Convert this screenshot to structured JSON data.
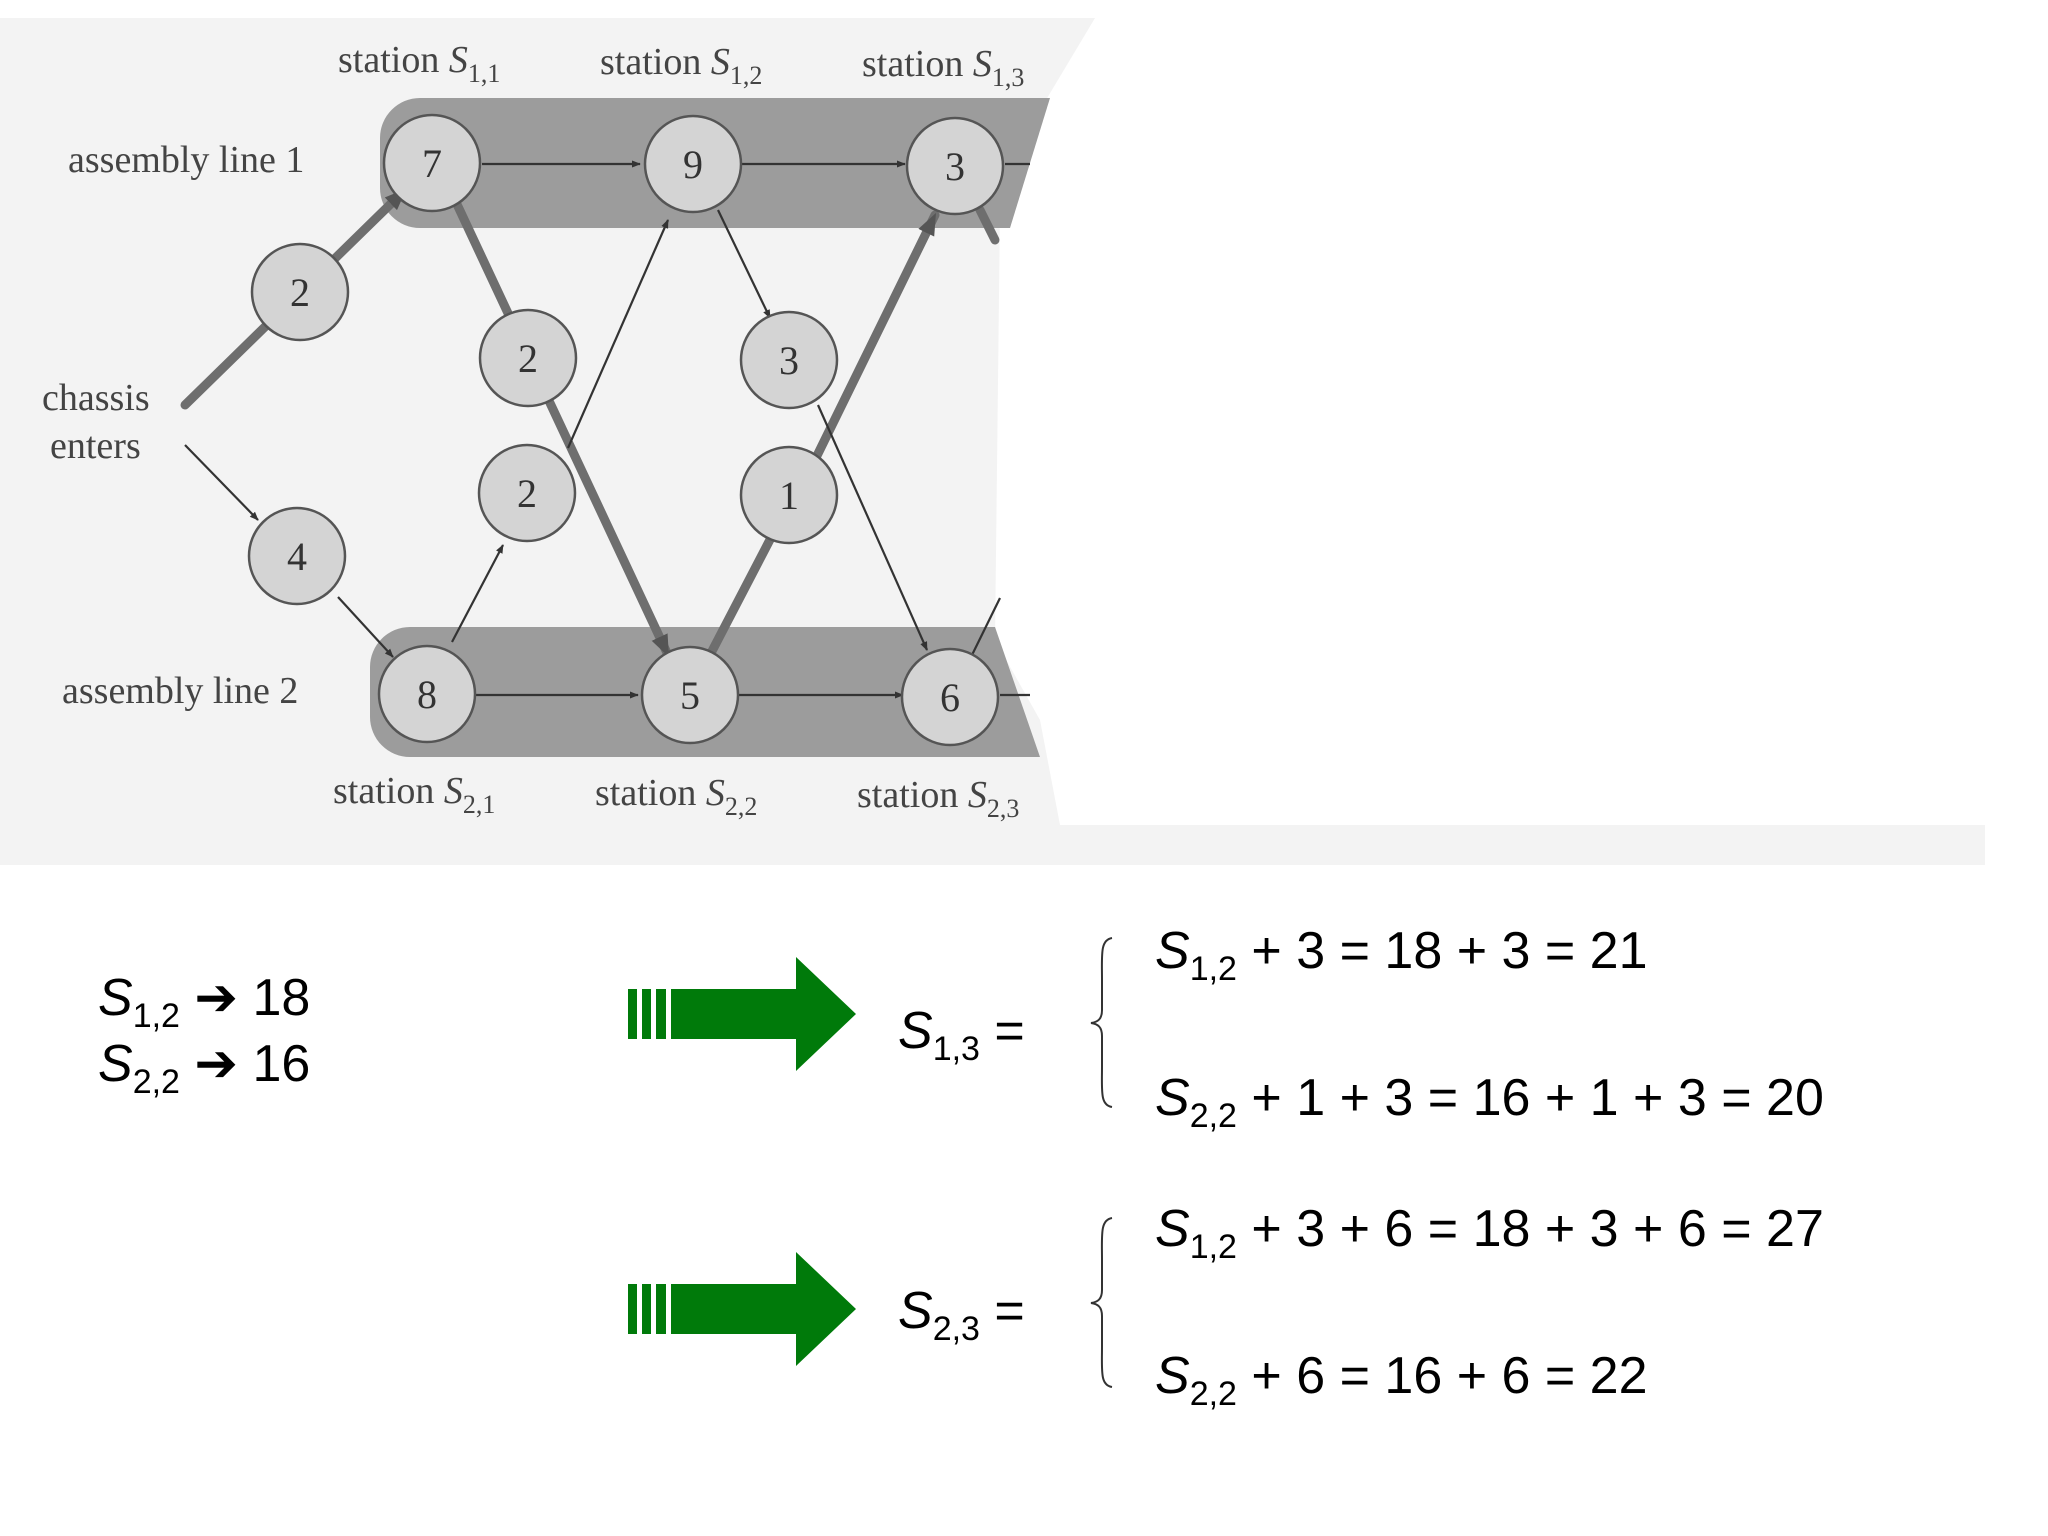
{
  "diagram": {
    "chassis_enters": [
      "chassis",
      "enters"
    ],
    "line1_label": "assembly line 1",
    "line2_label": "assembly line 2",
    "station_word": "station",
    "station_symbol": "S",
    "top_station_subs": [
      "1,1",
      "1,2",
      "1,3"
    ],
    "bottom_station_subs": [
      "2,1",
      "2,2",
      "2,3"
    ],
    "line1_times": [
      "7",
      "9",
      "3"
    ],
    "line2_times": [
      "8",
      "5",
      "6"
    ],
    "entry_times": [
      "2",
      "4"
    ],
    "transfer_down": [
      "2",
      "3"
    ],
    "transfer_up": [
      "2",
      "1"
    ],
    "colors": {
      "band": "#9c9c9c",
      "node": "#d4d4d4",
      "panel": "#f3f3f3",
      "path": "#7a7a7a",
      "arrow_green": "#007a0a"
    }
  },
  "knowns": [
    {
      "var": "S",
      "sub": "1,2",
      "arrow": "➔",
      "value": "18"
    },
    {
      "var": "S",
      "sub": "2,2",
      "arrow": "➔",
      "value": "16"
    }
  ],
  "eq1": {
    "lhs_var": "S",
    "lhs_sub": "1,3",
    "equals": "=",
    "case_a": {
      "var": "S",
      "sub": "1,2",
      "rest": "+ 3 = 18 + 3 = 21"
    },
    "case_b": {
      "var": "S",
      "sub": "2,2",
      "rest": "+ 1 + 3 = 16 + 1 + 3 = 20"
    }
  },
  "eq2": {
    "lhs_var": "S",
    "lhs_sub": "2,3",
    "equals": "=",
    "case_a": {
      "var": "S",
      "sub": "1,2",
      "rest": "+ 3 + 6 =  18 + 3 + 6 = 27"
    },
    "case_b": {
      "var": "S",
      "sub": "2,2",
      "rest": "+ 6 = 16 + 6 = 22"
    }
  }
}
